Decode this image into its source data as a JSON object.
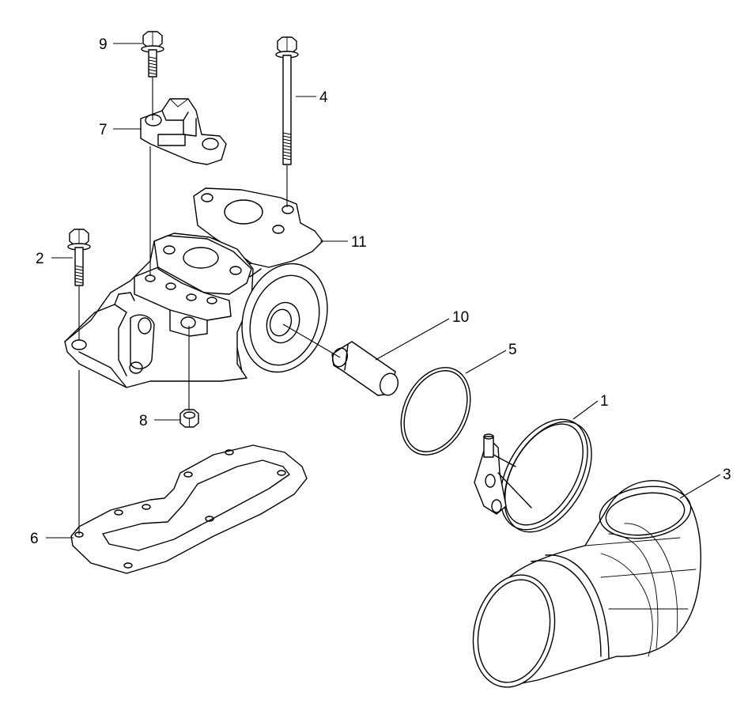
{
  "diagram": {
    "callouts": [
      {
        "id": "clamp",
        "label": "1"
      },
      {
        "id": "bolt-short",
        "label": "2"
      },
      {
        "id": "elbow",
        "label": "3"
      },
      {
        "id": "bolt-long",
        "label": "4"
      },
      {
        "id": "o-ring",
        "label": "5"
      },
      {
        "id": "gasket",
        "label": "6"
      },
      {
        "id": "bracket",
        "label": "7"
      },
      {
        "id": "nut",
        "label": "8"
      },
      {
        "id": "bolt-top",
        "label": "9"
      },
      {
        "id": "sleeve",
        "label": "10"
      },
      {
        "id": "housing",
        "label": "11"
      }
    ]
  }
}
